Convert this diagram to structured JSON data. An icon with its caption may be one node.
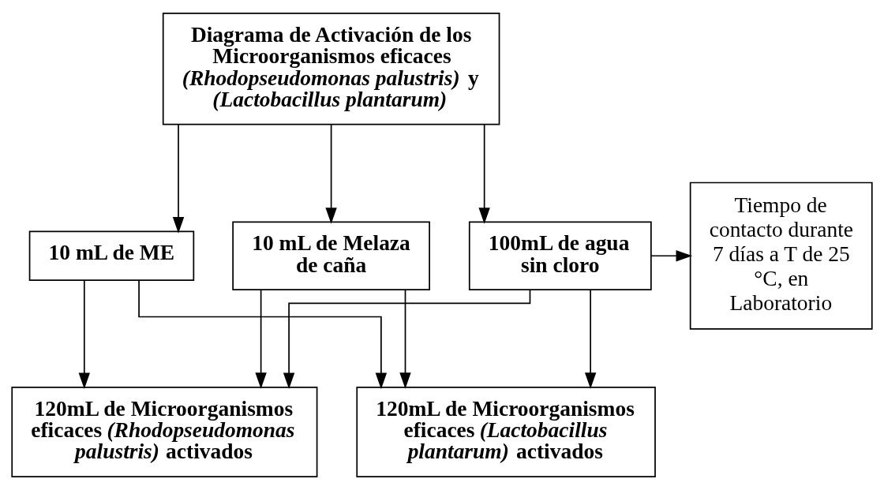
{
  "diagram": {
    "nodes": [
      {
        "text": [
          "Diagrama de Activación de los Microorganismos eficaces *(Rhodopseudomonas palustris)* y *(Lactobacillus plantarum)*"
        ]
      },
      {
        "text": [
          "10 mL de ME"
        ]
      },
      {
        "text": [
          "10 mL de Melaza de caña"
        ]
      },
      {
        "text": [
          "100mL de agua sin cloro"
        ]
      },
      {
        "text": [
          "Tiempo de contacto durante 7 días a T de 25 °C, en Laboratorio"
        ]
      },
      {
        "text": [
          "120mL de Microorganismos eficaces *(Rhodopseudomonas palustris)* activados"
        ]
      },
      {
        "text": [
          "120mL de Microorganismos eficaces *(Lactobacillus plantarum)* activados"
        ]
      }
    ],
    "edges": [
      {
        "from": 0,
        "to": 1,
        "arrow": "to"
      },
      {
        "from": 0,
        "to": 2,
        "arrow": "to"
      },
      {
        "from": 0,
        "to": 3,
        "arrow": "to"
      },
      {
        "from": 3,
        "to": 4,
        "arrow": "to"
      },
      {
        "from": 1,
        "to": 5,
        "arrow": "to"
      },
      {
        "from": 1,
        "to": 6,
        "arrow": "to"
      },
      {
        "from": 2,
        "to": 5,
        "arrow": "to"
      },
      {
        "from": 2,
        "to": 6,
        "arrow": "to"
      },
      {
        "from": 3,
        "to": 5,
        "arrow": "to"
      },
      {
        "from": 3,
        "to": 6,
        "arrow": "to"
      }
    ]
  }
}
